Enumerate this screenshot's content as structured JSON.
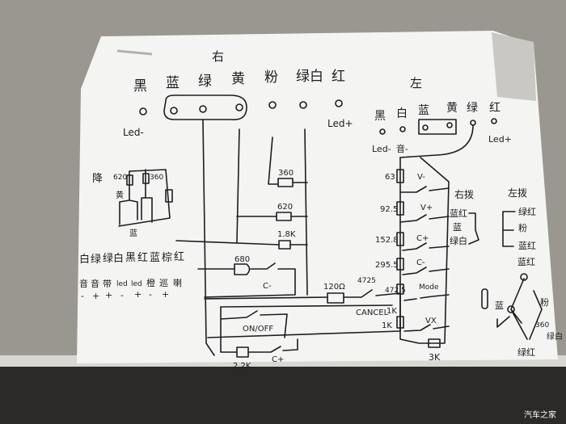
{
  "top_connector": {
    "title": "右",
    "wire_colors": [
      "黑",
      "蓝",
      "绿",
      "黄",
      "粉",
      "绿白",
      "红"
    ],
    "pin_labels": [
      "Led-",
      "Led+"
    ]
  },
  "left_connector": {
    "title": "左",
    "wire_colors": [
      "黑",
      "白",
      "蓝",
      "黄",
      "绿",
      "红"
    ],
    "pin_labels": [
      "Led-",
      "音-",
      "Led+"
    ]
  },
  "main_circuit": {
    "resistors": [
      "360",
      "620",
      "1.8K",
      "680",
      "120Ω",
      "2.2K"
    ],
    "switches": [
      "C-",
      "CANCEL",
      "ON/OFF",
      "C+"
    ],
    "aux_labels": [
      "4725",
      "1K"
    ]
  },
  "right_ladder": {
    "resistors": [
      "63",
      "92.5",
      "152.8",
      "295.5",
      "472.5",
      "1K",
      "3K"
    ],
    "switches": [
      "V-",
      "V+",
      "C+",
      "C-",
      "Mode",
      "VX"
    ]
  },
  "small_circuit": {
    "labels": [
      "降",
      "620",
      "360",
      "黄",
      "蓝"
    ]
  },
  "legend": {
    "colors": [
      "白",
      "绿",
      "绿白",
      "黑",
      "红",
      "蓝",
      "棕",
      "红"
    ],
    "functions": [
      "音",
      "音",
      "带",
      "led",
      "led",
      "橙",
      "巡",
      "喇"
    ],
    "polarity": [
      "-",
      "+",
      "+",
      "-",
      "+",
      "-",
      "+"
    ]
  },
  "paddles": {
    "right_label": "右拨",
    "left_label": "左拨",
    "right_items": [
      "蓝红",
      "蓝",
      "绿白"
    ],
    "left_items": [
      "绿红",
      "粉",
      "蓝红"
    ],
    "bottom_items": [
      "蓝红",
      "蓝",
      "粉",
      "360",
      "绿白",
      "绿红"
    ]
  },
  "watermark": "汽车之家"
}
